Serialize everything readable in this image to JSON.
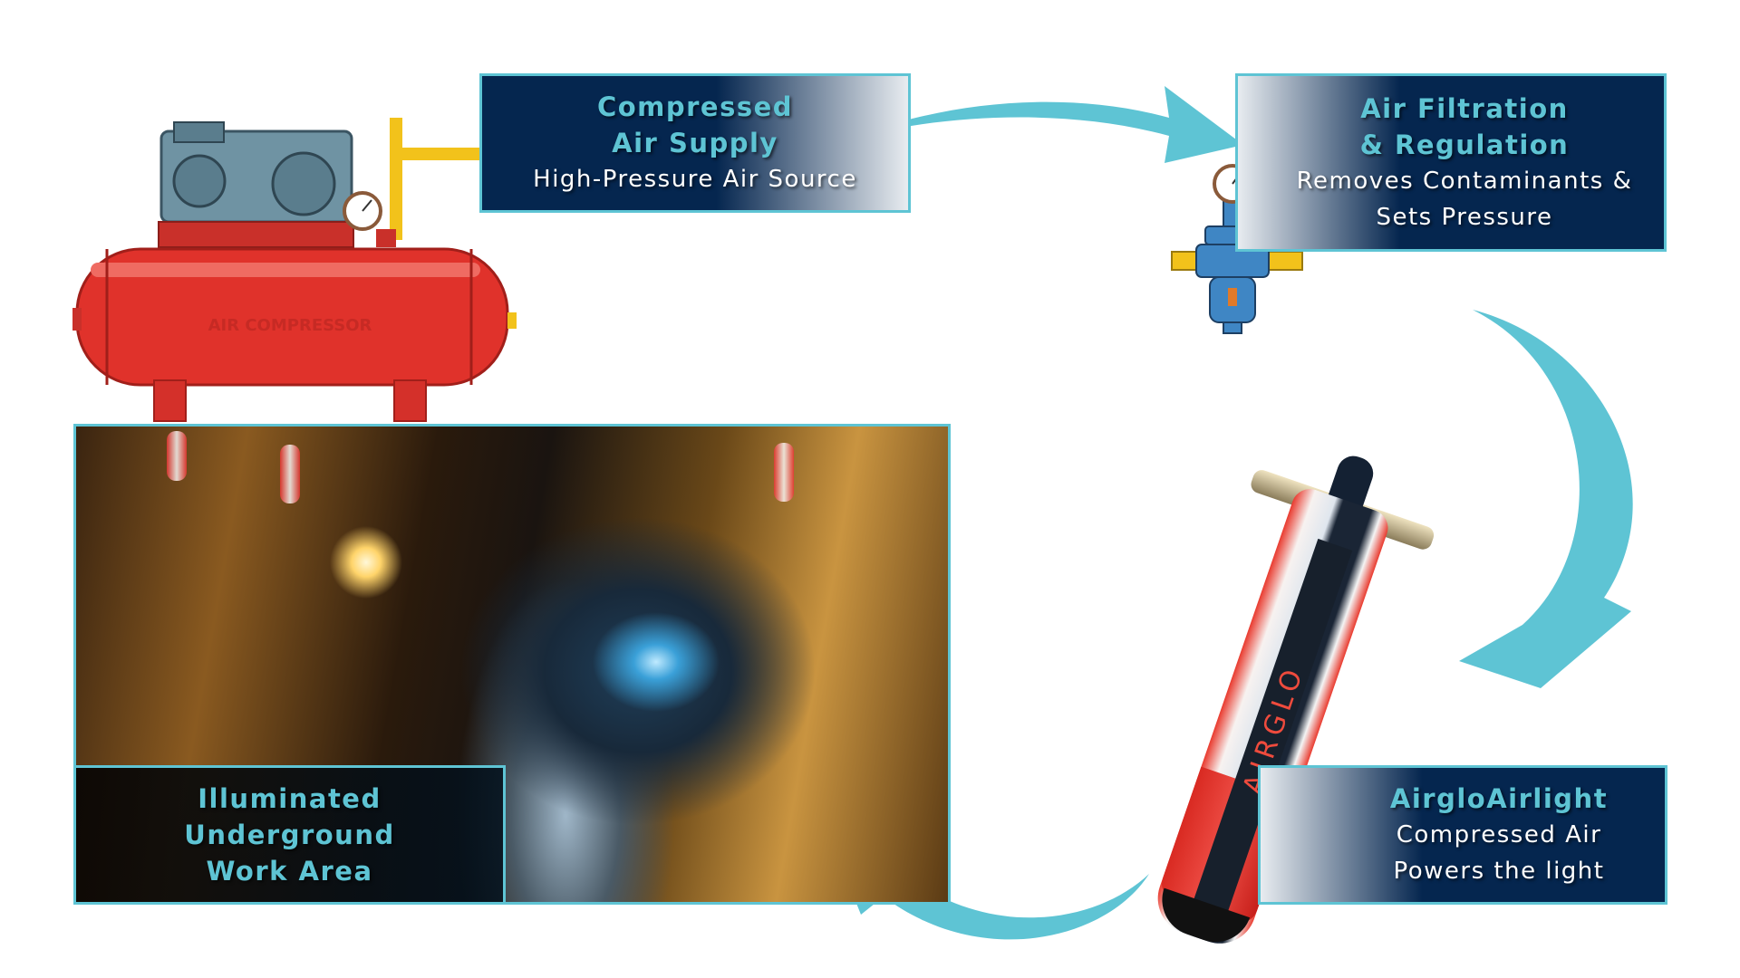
{
  "supply": {
    "title_line1": "Compressed",
    "title_line2": "Air Supply",
    "subtitle": "High-Pressure Air Source"
  },
  "filter": {
    "title_line1": "Air Filtration",
    "title_line2": "& Regulation",
    "subtitle_line1": "Removes Contaminants &",
    "subtitle_line2": "Sets Pressure"
  },
  "airglo": {
    "title": "AirgloAirlight",
    "subtitle_line1": "Compressed Air",
    "subtitle_line2": "Powers the light"
  },
  "area": {
    "title_line1": "Illuminated",
    "title_line2": "Underground",
    "title_line3": "Work Area"
  },
  "compressor": {
    "tank_label": "AIR COMPRESSOR"
  },
  "light": {
    "brand": "AIRGLO"
  },
  "colors": {
    "accent": "#5ec4d4",
    "panel": "#05264f",
    "tank": "#e0322b",
    "pipe": "#f2c21b"
  }
}
